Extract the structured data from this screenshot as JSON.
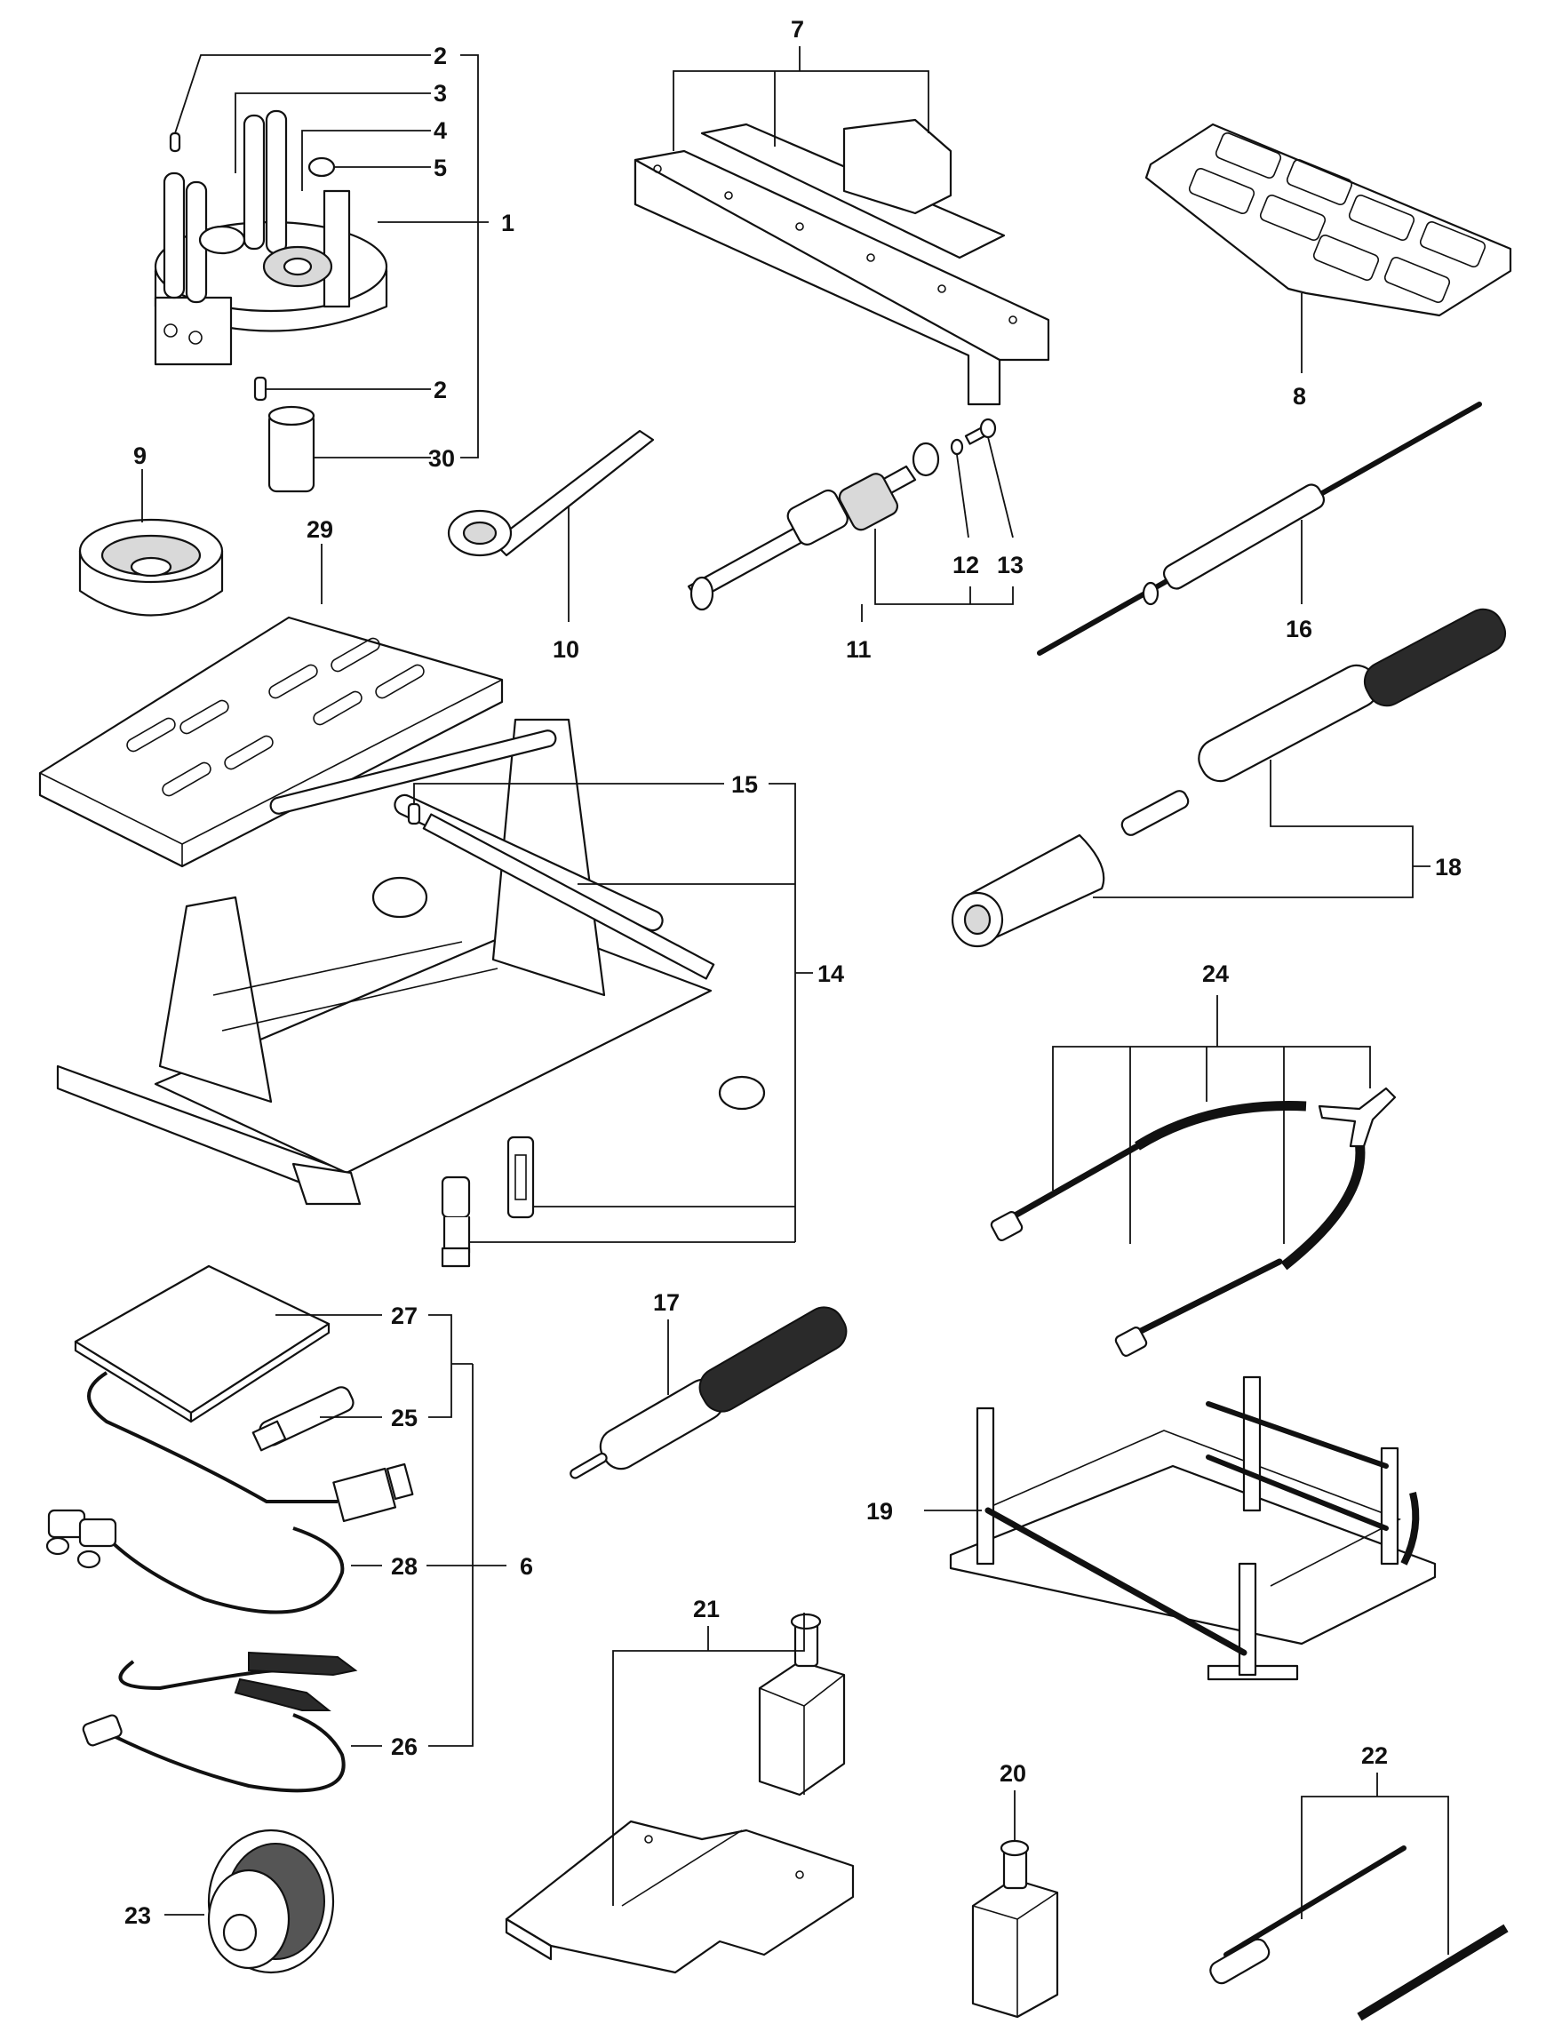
{
  "callouts": {
    "c1": "1",
    "c2a": "2",
    "c2b": "2",
    "c3": "3",
    "c4": "4",
    "c5": "5",
    "c6": "6",
    "c7": "7",
    "c8": "8",
    "c9": "9",
    "c10": "10",
    "c11": "11",
    "c12": "12",
    "c13": "13",
    "c14": "14",
    "c15": "15",
    "c16": "16",
    "c17": "17",
    "c18": "18",
    "c19": "19",
    "c20": "20",
    "c21": "21",
    "c22": "22",
    "c23": "23",
    "c24": "24",
    "c25": "25",
    "c26": "26",
    "c27": "27",
    "c28": "28",
    "c29": "29",
    "c30": "30"
  },
  "colors": {
    "line": "#111111",
    "shade": "#d9d9d9",
    "background": "#ffffff"
  }
}
